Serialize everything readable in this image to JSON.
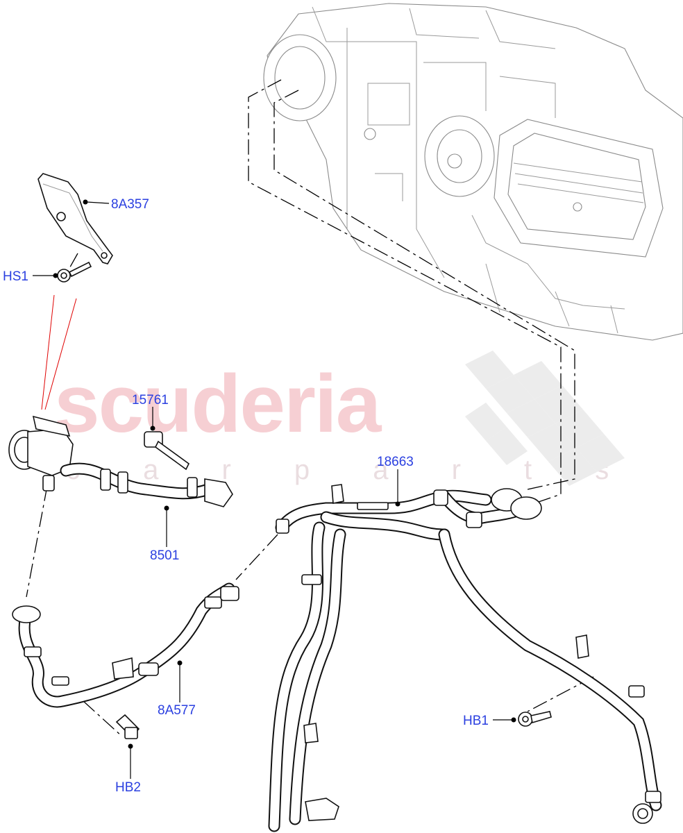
{
  "watermark": {
    "brand": "scuderia",
    "tagline": "c a r p a r t s"
  },
  "callouts": {
    "c_8A357": "8A357",
    "c_HS1": "HS1",
    "c_15761": "15761",
    "c_8501": "8501",
    "c_18663": "18663",
    "c_8A577": "8A577",
    "c_HB1": "HB1",
    "c_HB2": "HB2"
  },
  "colors": {
    "callout": "#2a3fe0",
    "leader": "#000000",
    "red_line": "#e00000",
    "watermark": "#f6cfd3"
  }
}
